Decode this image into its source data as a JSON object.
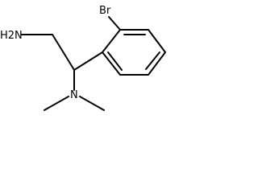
{
  "molecule": {
    "labels": {
      "br": "Br",
      "amine_primary": "H2N",
      "amine_tertiary": "N"
    }
  }
}
